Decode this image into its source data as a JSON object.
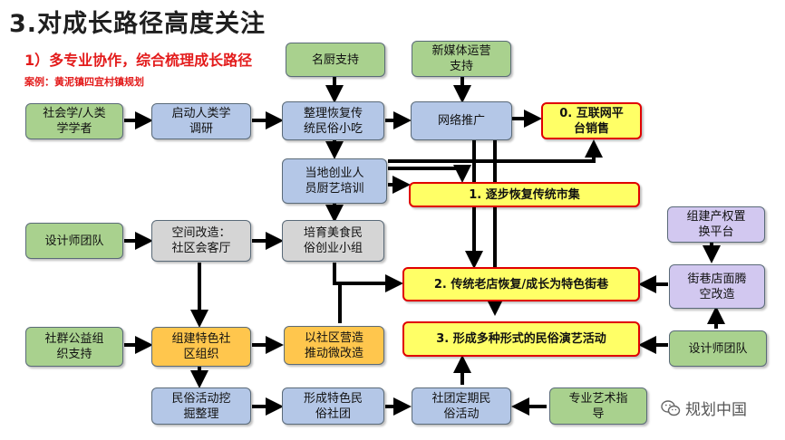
{
  "header": {
    "title": "3.对成长路径高度关注",
    "subtitle": "1）多专业协作，综合梳理成长路径",
    "case_label": "案例：黄泥镇四宜村镇规划"
  },
  "nodes": {
    "sociologists": "社会学/人类\n学学者",
    "anthropology_research": "启动人类学\n调研",
    "famous_chef": "名厨支持",
    "organize_snacks": "整理恢复传\n统民俗小吃",
    "new_media": "新媒体运营\n支持",
    "network_promotion": "网络推广",
    "online_sales": "0. 互联网平\n台销售",
    "chef_training": "当地创业人\n员厨艺培训",
    "restore_market": "1. 逐步恢复传统市集",
    "designer_team_1": "设计师团队",
    "space_renovation": "空间改造：\n社区会客厅",
    "food_groups": "培育美食民\n俗创业小组",
    "property_platform": "组建产权置\n换平台",
    "old_shops": "2. 传统老店恢复/成长为特色街巷",
    "shop_renovation": "街巷店面腾\n空改造",
    "welfare_orgs": "社群公益组\n织支持",
    "community_orgs": "组建特色社\n区组织",
    "micro_renovation": "以社区营造\n推动微改造",
    "folk_performances": "3. 形成多种形式的民俗演艺活动",
    "designer_team_2": "设计师团队",
    "folk_mining": "民俗活动挖\n掘整理",
    "folk_clubs": "形成特色民\n俗社团",
    "club_activities": "社团定期民\n俗活动",
    "art_guidance": "专业艺术指\n导"
  },
  "watermark": {
    "text": "规划中国",
    "icon": "wechat-icon"
  },
  "colors": {
    "title": "#1f1f1f",
    "accent_red": "#e31b1b",
    "green": "#a9d18e",
    "blue": "#b4c7e7",
    "grey": "#d5d5d5",
    "orange": "#ffc64d",
    "purple": "#d2c8f0",
    "yellow": "#ffff66",
    "arrow": "#000000"
  }
}
